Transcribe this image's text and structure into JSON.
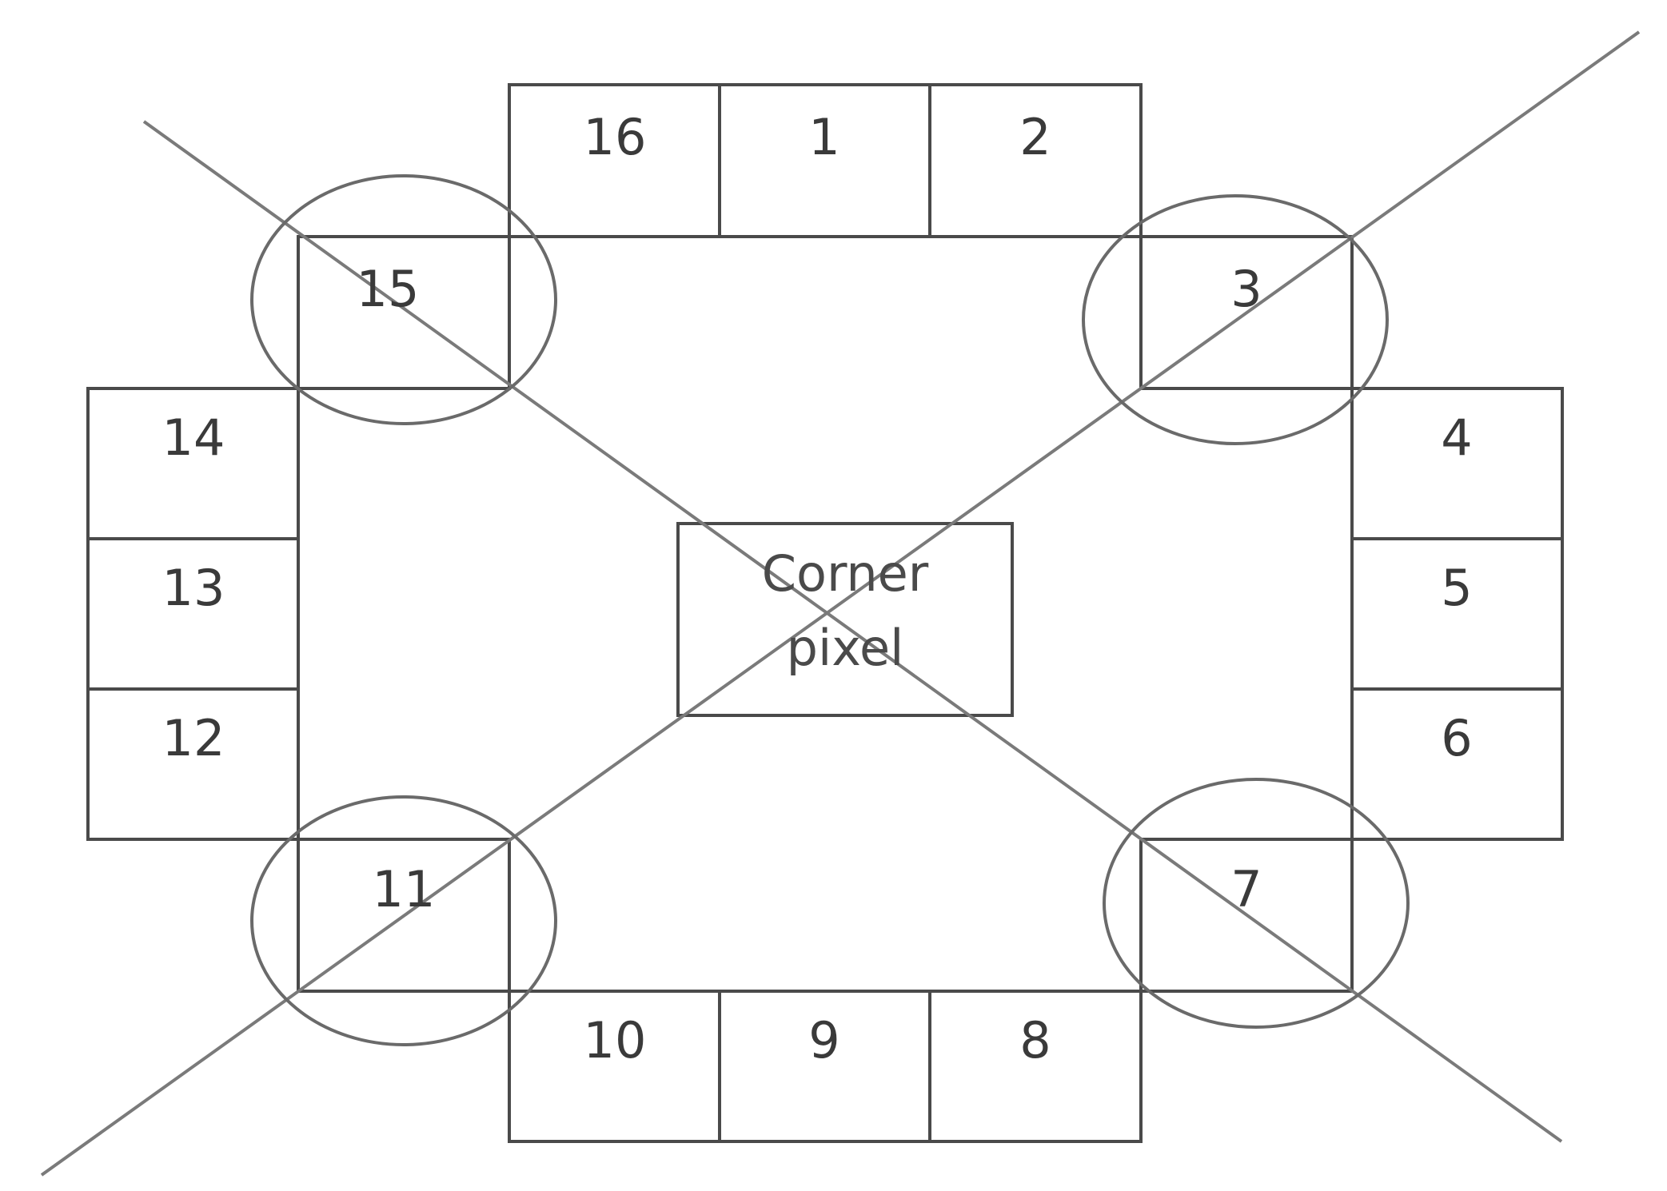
{
  "center": {
    "line1": "Corner",
    "line2": "pixel"
  },
  "cells": [
    {
      "label": "16"
    },
    {
      "label": "1"
    },
    {
      "label": "2"
    },
    {
      "label": "3"
    },
    {
      "label": "4"
    },
    {
      "label": "5"
    },
    {
      "label": "6"
    },
    {
      "label": "7"
    },
    {
      "label": "8"
    },
    {
      "label": "9"
    },
    {
      "label": "10"
    },
    {
      "label": "11"
    },
    {
      "label": "12"
    },
    {
      "label": "13"
    },
    {
      "label": "14"
    },
    {
      "label": "15"
    }
  ],
  "colors": {
    "cell_stroke": "#4a4a4a",
    "diagonal_stroke": "#7a7a7a",
    "circle_stroke": "#6a6a6a",
    "text": "#3a3a3a"
  }
}
